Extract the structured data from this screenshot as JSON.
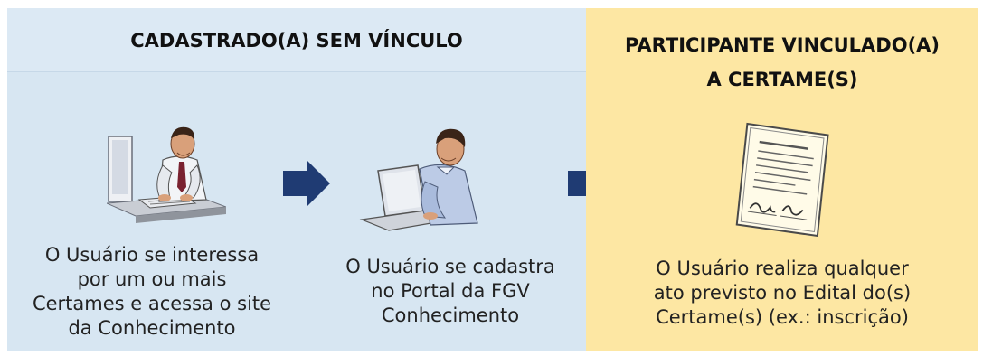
{
  "left_panel": {
    "heading": "CADASTRADO(A) SEM VÍNCULO",
    "steps": [
      {
        "illustration": "man-at-computer-terminal-icon",
        "caption_lines": [
          "O Usuário se interessa",
          "por um ou mais",
          "Certames e acessa o site",
          "da Conhecimento"
        ]
      },
      {
        "illustration": "man-at-laptop-icon",
        "caption_lines": [
          "O Usuário se cadastra",
          "no Portal da FGV",
          "Conhecimento"
        ]
      }
    ]
  },
  "right_panel": {
    "heading_lines": [
      "PARTICIPANTE VINCULADO(A)",
      "A CERTAME(S)"
    ],
    "step": {
      "illustration": "signed-document-icon",
      "caption_lines": [
        "O Usuário realiza qualquer",
        "ato previsto no Edital do(s)",
        "Certame(s) (ex.: inscrição)"
      ]
    }
  },
  "colors": {
    "left_background": "#d7e6f2",
    "right_background": "#fde7a3",
    "arrow": "#1f3b73"
  }
}
